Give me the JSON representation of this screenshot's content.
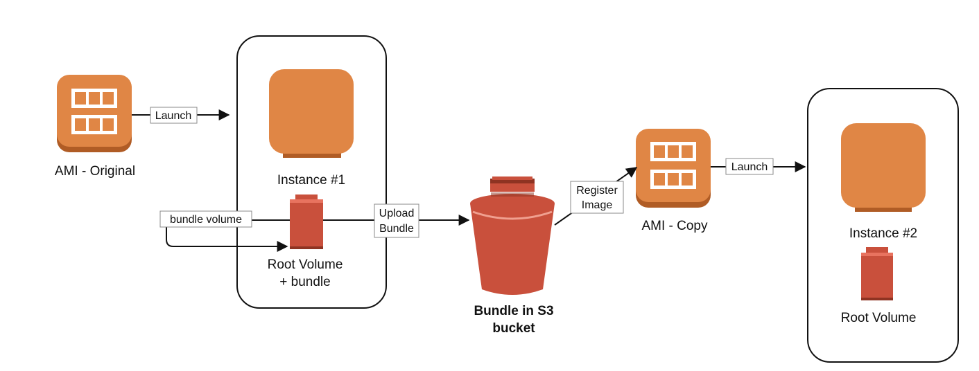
{
  "nodes": {
    "ami_original": {
      "label": "AMI - Original"
    },
    "instance1": {
      "label": "Instance #1"
    },
    "root_volume_bundle": {
      "label_line1": "Root Volume",
      "label_line2": "+ bundle"
    },
    "bundle_s3": {
      "label_line1": "Bundle in S3",
      "label_line2": "bucket"
    },
    "ami_copy": {
      "label": "AMI - Copy"
    },
    "instance2": {
      "label": "Instance #2"
    },
    "root_volume2": {
      "label": "Root Volume"
    }
  },
  "edges": {
    "launch1": "Launch",
    "bundle_volume": "bundle volume",
    "upload_line1": "Upload",
    "upload_line2": "Bundle",
    "register_line1": "Register",
    "register_line2": "Image",
    "launch2": "Launch"
  },
  "colors": {
    "orange": "#e08645",
    "orange_dark": "#b05c25",
    "red": "#c9503c",
    "red_dark": "#8e3322",
    "red_light": "#e8735f",
    "stroke": "#111111"
  }
}
